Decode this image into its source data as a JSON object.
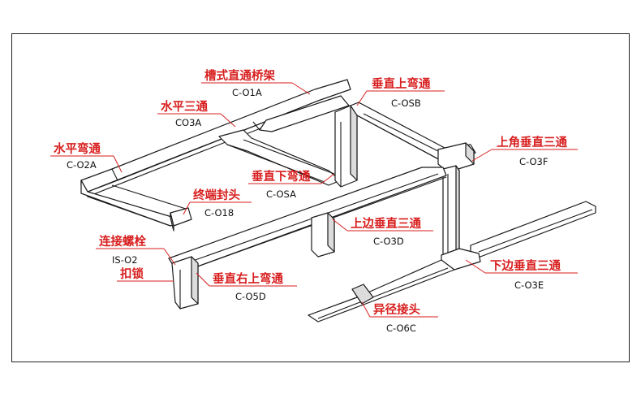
{
  "labels": {
    "straight_tray": {
      "name": "槽式直通桥架",
      "code": "C-O1A"
    },
    "horizontal_tee": {
      "name": "水平三通",
      "code": "CO3A"
    },
    "horizontal_elbow": {
      "name": "水平弯通",
      "code": "C-O2A"
    },
    "vertical_down_elbow": {
      "name": "垂直下弯通",
      "code": "C-OSA"
    },
    "end_cap": {
      "name": "终端封头",
      "code": "C-O18"
    },
    "vertical_up_elbow": {
      "name": "垂直上弯通",
      "code": "C-OSB"
    },
    "top_corner_vertical_tee": {
      "name": "上角垂直三通",
      "code": "C-O3F"
    },
    "upper_vertical_tee": {
      "name": "上边垂直三通",
      "code": "C-O3D"
    },
    "connector_bolt": {
      "name": "连接螺栓",
      "code": "IS-O2"
    },
    "clip": {
      "name": "扣锁",
      "code": ""
    },
    "vertical_right_up_elbow": {
      "name": "垂直右上弯通",
      "code": "C-O5D"
    },
    "lower_vertical_tee": {
      "name": "下边垂直三通",
      "code": "C-O3E"
    },
    "reducer": {
      "name": "异径接头",
      "code": "C-O6C"
    }
  },
  "colors": {
    "label": "#d81e1e",
    "line": "#1a1a1a",
    "frame": "#222222"
  }
}
